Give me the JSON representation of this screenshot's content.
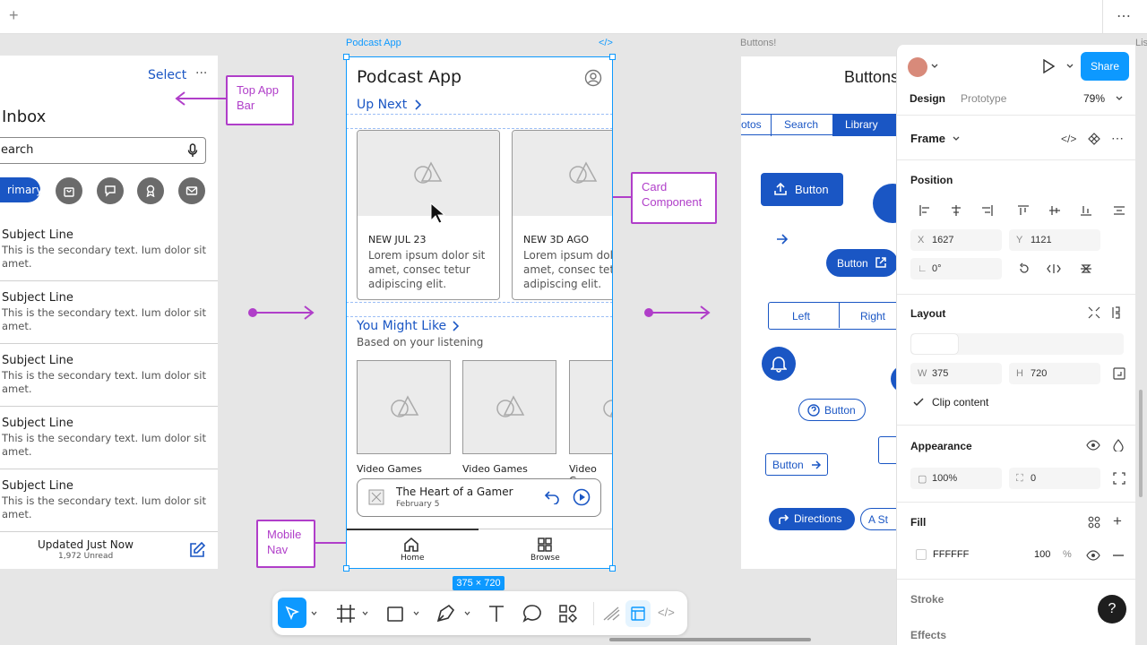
{
  "topbar": {
    "plus": "+",
    "more": "⋯"
  },
  "frames": {
    "podcast_label": "Podcast App",
    "code_icon": "</>",
    "buttons_label": "Buttons!",
    "lists_label": "Lis"
  },
  "inbox": {
    "select": "Select",
    "dots": "···",
    "title": "Inbox",
    "search_placeholder": "earch",
    "chip_primary": "rimary",
    "messages": [
      {
        "subject": "Subject Line",
        "body": "This is the secondary text. Ium dolor sit amet."
      },
      {
        "subject": "Subject Line",
        "body": "This is the secondary text. Ium dolor sit amet."
      },
      {
        "subject": "Subject Line",
        "body": "This is the secondary text. Ium dolor sit amet."
      },
      {
        "subject": "Subject Line",
        "body": "This is the secondary text. Ium dolor sit amet."
      },
      {
        "subject": "Subject Line",
        "body": "This is the secondary text. Ium dolor sit amet."
      }
    ],
    "footer_title": "Updated Just Now",
    "footer_sub": "1,972 Unread"
  },
  "annotations": {
    "top_app_bar": "Top App Bar",
    "card_component": "Card Component",
    "mobile_nav": "Mobile Nav"
  },
  "podcast": {
    "title": "Podcast App",
    "up_next": "Up Next",
    "cards": [
      {
        "date": "NEW JUL 23",
        "body": "Lorem ipsum dolor sit amet, consec tetur adipiscing elit."
      },
      {
        "date": "NEW 3D AGO",
        "body": "Lorem ipsum dolor sit amet, consec tetur adipiscing elit."
      }
    ],
    "you_might_like": "You Might Like",
    "based_on": "Based on your listening",
    "tiles": [
      "Video Games",
      "Video Games",
      "Video Gar"
    ],
    "player_title": "The Heart of a Gamer",
    "player_date": "February 5",
    "nav": [
      {
        "label": "Home"
      },
      {
        "label": "Browse"
      }
    ],
    "size_badge": "375 × 720"
  },
  "buttons": {
    "title": "Buttons",
    "tabs": [
      "otos",
      "Search",
      "Library"
    ],
    "primary_button": "Button",
    "pill_button": "Button",
    "segmented": [
      "Left",
      "Right"
    ],
    "help_button": "Button",
    "arrow_button": "Button",
    "directions": "Directions",
    "partial": "A St"
  },
  "panel": {
    "share": "Share",
    "tabs": {
      "design": "Design",
      "prototype": "Prototype"
    },
    "zoom": "79%",
    "frame_label": "Frame",
    "position_title": "Position",
    "x_label": "X",
    "x_value": "1627",
    "y_label": "Y",
    "y_value": "1121",
    "rotation": "0°",
    "layout_title": "Layout",
    "w_label": "W",
    "w_value": "375",
    "h_label": "H",
    "h_value": "720",
    "clip_content": "Clip content",
    "appearance_title": "Appearance",
    "opacity": "100%",
    "radius": "0",
    "fill_title": "Fill",
    "fill_hex": "FFFFFF",
    "fill_opacity": "100",
    "fill_pct": "%",
    "stroke_title": "Stroke",
    "effects_title": "Effects",
    "help": "?"
  },
  "colors": {
    "accent": "#0d99ff",
    "brand_blue": "#1a56c4",
    "annotation": "#b03ec9"
  }
}
